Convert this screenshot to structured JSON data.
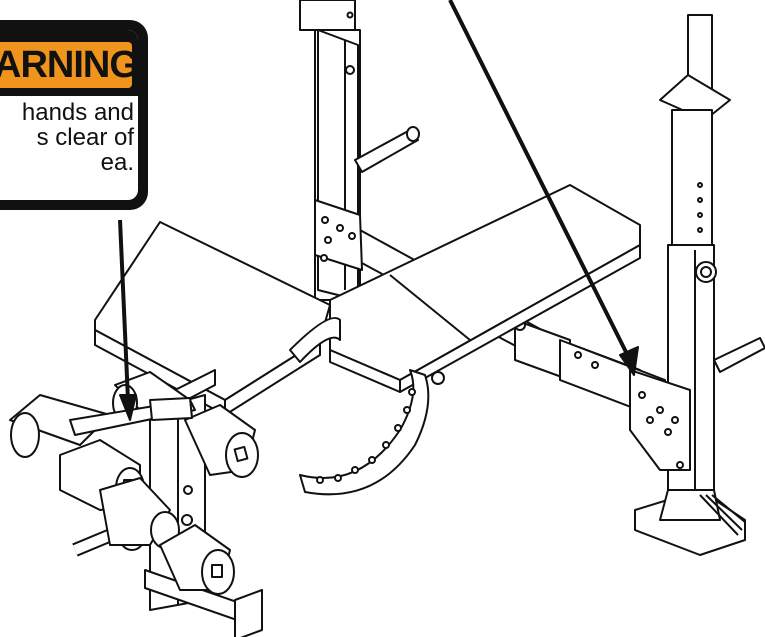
{
  "warning": {
    "heading": "ARNING",
    "lines": [
      "hands and",
      "s clear of",
      "ea."
    ]
  },
  "colors": {
    "warning_orange": "#f0941d",
    "ink": "#111111"
  },
  "icons": {
    "warning_label": "warning-label-icon"
  }
}
